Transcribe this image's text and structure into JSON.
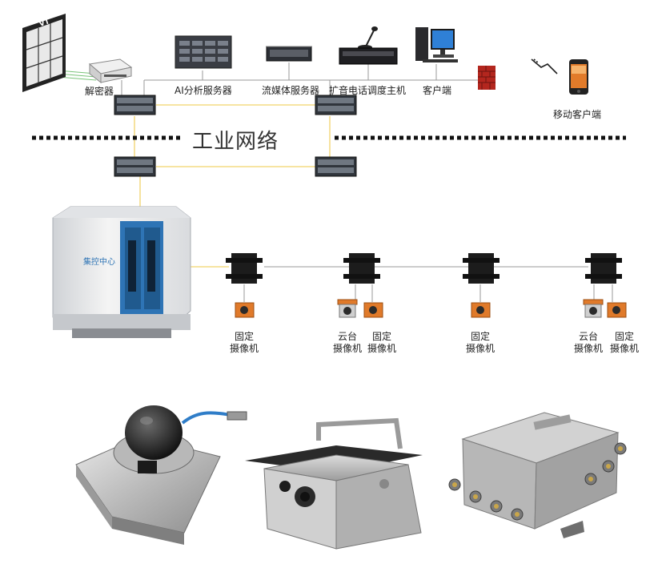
{
  "top_devices": {
    "decoder": "解密器",
    "ai_server": "AI分析服务器",
    "media_server": "流媒体服务器",
    "dispatch_host": "扩音电话调度主机",
    "client": "客户端",
    "mobile_client": "移动客户端",
    "videowall_text": "VT"
  },
  "network_label": "工业网络",
  "control_center": {
    "sign_text": "集控中心"
  },
  "cameras": {
    "fixed_1": [
      "固定",
      "摄像机"
    ],
    "ptz_2": [
      "云台",
      "摄像机"
    ],
    "fixed_2": [
      "固定",
      "摄像机"
    ],
    "fixed_3": [
      "固定",
      "摄像机"
    ],
    "ptz_4": [
      "云台",
      "摄像机"
    ],
    "fixed_4": [
      "固定",
      "摄像机"
    ]
  },
  "colors": {
    "link_yellow": "#f2d36b",
    "link_green": "#7bc47b",
    "link_gray": "#9a9a9a",
    "camera_orange": "#e07a2a",
    "steel": "#c9c9c9",
    "cabin_blue": "#2e74b5"
  }
}
